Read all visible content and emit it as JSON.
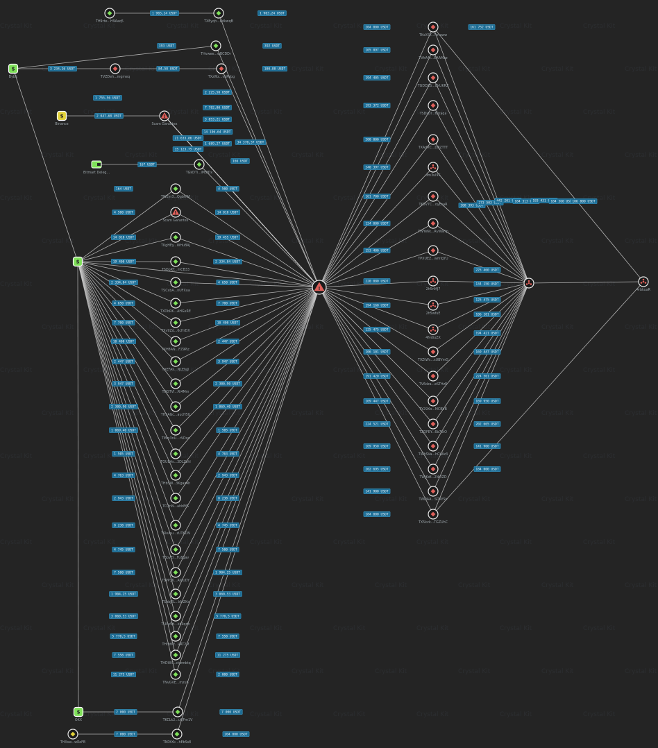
{
  "watermark": "Crystal Kit",
  "colors": {
    "background": "#242424",
    "edge": "#c9c9c9",
    "label_bg": "#1e6e96",
    "green": "#7fe05a",
    "yellow": "#e3d23a",
    "red": "#e0605a"
  },
  "nodes": [
    {
      "id": "n1",
      "type": "green-diamond",
      "caption": "TH9rte...H9Aaq5"
    },
    {
      "id": "n2",
      "type": "green-diamond",
      "caption": "TXEyqh...EdkwqB"
    },
    {
      "id": "n3",
      "type": "green-dollar",
      "caption": "Bybit"
    },
    {
      "id": "n4",
      "type": "red-diamond",
      "caption": "TVZDeh...mgmeq"
    },
    {
      "id": "n5",
      "type": "red-diamond",
      "caption": "TXzWz...vbRsbg"
    },
    {
      "id": "n6",
      "type": "green-diamond",
      "caption": "THvwee...wBCDDr"
    },
    {
      "id": "n7",
      "type": "yellow-dollar",
      "caption": "Binance"
    },
    {
      "id": "n8",
      "type": "red-warning",
      "caption": "Scam Garantex"
    },
    {
      "id": "n9",
      "type": "green-wallet",
      "caption": "Bitmart Deleg..."
    },
    {
      "id": "n10",
      "type": "green-diamond",
      "caption": "TGkDTi...iMSfDx"
    },
    {
      "id": "n11",
      "type": "green-dollar",
      "caption": ""
    },
    {
      "id": "n12",
      "type": "red-warning-hub",
      "caption": ""
    },
    {
      "id": "n13",
      "type": "red-diamond",
      "caption": "TKsXSY...Tcnaww"
    },
    {
      "id": "n14",
      "type": "red-diamond",
      "caption": "TVhA4t...EAAMaz"
    },
    {
      "id": "n15",
      "type": "red-diamond",
      "caption": "TGDDZS...UkUKRZ"
    },
    {
      "id": "n16",
      "type": "red-diamond",
      "caption": "TSDsDr...fDzaqa"
    },
    {
      "id": "n17",
      "type": "red-diamond",
      "caption": "TXAdVC...DBZTTT"
    },
    {
      "id": "n18",
      "type": "red-cluster",
      "caption": "dm3ul9S"
    },
    {
      "id": "n19",
      "type": "red-diamond",
      "caption": "TK5V7C...oyEsaR"
    },
    {
      "id": "n20",
      "type": "red-diamond",
      "caption": "TWYe6k...RvWaHp"
    },
    {
      "id": "n21",
      "type": "red-diamond",
      "caption": "TPXUEZ...wmfgYU"
    },
    {
      "id": "n22",
      "type": "red-cluster",
      "caption": "2h5nMJ7"
    },
    {
      "id": "n23",
      "type": "red-cluster",
      "caption": "2h5wfuE"
    },
    {
      "id": "n24",
      "type": "red-cluster",
      "caption": "4fvdiuZX"
    },
    {
      "id": "n25",
      "type": "red-diamond",
      "caption": "T9ZtWc...sUBVmG"
    },
    {
      "id": "n26",
      "type": "red-diamond",
      "caption": "TV6dza...eSTHzE"
    },
    {
      "id": "n27",
      "type": "red-diamond",
      "caption": "TY29Xo...MCBVB"
    },
    {
      "id": "n28",
      "type": "red-diamond",
      "caption": "TZQFEY...6b7ktO"
    },
    {
      "id": "n29",
      "type": "red-diamond",
      "caption": "TWhSVa...hCbAz3"
    },
    {
      "id": "n30",
      "type": "red-diamond",
      "caption": "TWjKdf...2Ni3ZD"
    },
    {
      "id": "n31",
      "type": "red-diamond",
      "caption": "TWDAA...SDAYSh"
    },
    {
      "id": "n32",
      "type": "red-diamond",
      "caption": "TX5kvk...TGZUhC"
    },
    {
      "id": "n33",
      "type": "red-cluster",
      "caption": ""
    },
    {
      "id": "n34",
      "type": "red-cluster",
      "caption": "4rbkuaR"
    },
    {
      "id": "g1",
      "type": "green-diamond",
      "caption": "TWEyr3...QgbhWJ"
    },
    {
      "id": "g2",
      "type": "red-warning",
      "caption": "Scam Garantex"
    },
    {
      "id": "g3",
      "type": "green-diamond",
      "caption": "TKgHEy...WHuBAj"
    },
    {
      "id": "g4",
      "type": "green-diamond",
      "caption": "TSDpRT...mCB33"
    },
    {
      "id": "g5",
      "type": "green-diamond",
      "caption": "TSCxbA...nUFXua"
    },
    {
      "id": "g6",
      "type": "green-diamond",
      "caption": "TXDbRK...AHGxRE"
    },
    {
      "id": "g7",
      "type": "green-diamond",
      "caption": "TXv9Zd...6cHrDX"
    },
    {
      "id": "g8",
      "type": "green-diamond",
      "caption": "TXH8AN...FZ9Pjc"
    },
    {
      "id": "g9",
      "type": "green-diamond",
      "caption": "TXEFAk...NLEhgl"
    },
    {
      "id": "g10",
      "type": "green-diamond",
      "caption": "TDGTVI...Ri4Mm"
    },
    {
      "id": "g11",
      "type": "green-diamond",
      "caption": "THSAGc...aucH5U"
    },
    {
      "id": "g12",
      "type": "green-diamond",
      "caption": "TMm3nU...rVDos"
    },
    {
      "id": "g13",
      "type": "green-diamond",
      "caption": "TGUBAs...3DLZzhl"
    },
    {
      "id": "g14",
      "type": "green-diamond",
      "caption": "THbSW...3Kgaz4h"
    },
    {
      "id": "g15",
      "type": "green-diamond",
      "caption": "TCQnN...ahbEfS"
    },
    {
      "id": "g16",
      "type": "green-diamond",
      "caption": "TSkuhu...zUTKDN"
    },
    {
      "id": "g17",
      "type": "green-diamond",
      "caption": "TBpyEl...Fu8gav"
    },
    {
      "id": "g18",
      "type": "green-diamond",
      "caption": "TSPP3K...AWUDY"
    },
    {
      "id": "g19",
      "type": "green-diamond",
      "caption": "TSbbjEL...kMZKs"
    },
    {
      "id": "g20",
      "type": "green-diamond",
      "caption": "TLKw9d...kh9qdn"
    },
    {
      "id": "g21",
      "type": "green-diamond",
      "caption": "THtbtRf...VRT2M"
    },
    {
      "id": "g22",
      "type": "green-diamond",
      "caption": "THDWV...ctwmbtq"
    },
    {
      "id": "g23",
      "type": "green-diamond",
      "caption": "TNvGVE...mzuh"
    },
    {
      "id": "b1",
      "type": "green-dollar",
      "caption": "OKX"
    },
    {
      "id": "b2",
      "type": "green-diamond",
      "caption": "TKCLk2...uQFm1V"
    },
    {
      "id": "b3",
      "type": "yellow-diamond",
      "caption": "THXsw...wReFB"
    },
    {
      "id": "b4",
      "type": "green-diamond",
      "caption": "TNDtXk...hEbSs8"
    }
  ],
  "amounts": [
    "1 965,24 USDT",
    "1 903,24 USDT",
    "393 USDT",
    "392 USDT",
    "3 234,16 USDT",
    "84,58 USDT",
    "100,88 USDT",
    "1 755,56 USDT",
    "2 047,68 USDT",
    "2 225,50 USDT",
    "7 782,80 USDT",
    "3 853,21 USDT",
    "14 106,64 USDT",
    "21 633,86 USDT",
    "1 689,27 USDT",
    "15 123,75 USDT",
    "34 370,37 USDT",
    "167 USDT",
    "166 USDT",
    "164 USDT",
    "4 500 USDT",
    "4 500 USDT",
    "14 018 USDT",
    "14 018 USDT",
    "19 455 USDT",
    "19 400 USDT",
    "2 334,84 USDT",
    "2 334,84 USDT",
    "4 650 USDT",
    "4 650 USDT",
    "7 700 USDT",
    "7 700 USDT",
    "10 400 USDT",
    "10 400 USDT",
    "2 447 USDT",
    "2 447 USDT",
    "3 947 USDT",
    "3 947 USDT",
    "2 300,90 USDT",
    "2 300,90 USDT",
    "1 069,40 USDT",
    "1 069,40 USDT",
    "1 505 USDT",
    "1 505 USDT",
    "4 763 USDT",
    "4 763 USDT",
    "2 943 USDT",
    "2 943 USDT",
    "8 238 USDT",
    "8 238 USDT",
    "4 745 USDT",
    "4 745 USDT",
    "7 500 USDT",
    "7 500 USDT",
    "1 904,25 USDT",
    "1 904,25 USDT",
    "3 060,53 USDT",
    "3 060,53 USDT",
    "5 770,5 USDT",
    "5 770,5 USDT",
    "7 558 USDT",
    "7 558 USDT",
    "11 275 USDT",
    "11 275 USDT",
    "2 000 USDT",
    "2 000 USDT",
    "7 000 USDT",
    "7 000 USDT",
    "204 000 USDT",
    "204 000 USDT",
    "105 897 USDT",
    "194 405 USDT",
    "193 372 USDT",
    "200 000 USDT",
    "240 397 USDT",
    "161 700 USDT",
    "124 000 USDT",
    "153 400 USDT",
    "220 080 USDT",
    "194 160 USDT",
    "125 475 USDT",
    "106 101 USDT",
    "191 420 USDT",
    "169 447 USDT",
    "224 521 USDT",
    "169 950 USDT",
    "202 695 USDT",
    "141 900 USDT",
    "184 000 USDT",
    "161 752 USDT",
    "208 393 USDT",
    "273 503 USDT",
    "442 201 USDT",
    "184 313 USDT",
    "183 431 USDT",
    "184 360 USDT",
    "106 800 USDT",
    "225 460 USDT",
    "134 150 USDT",
    "125 475 USDT",
    "106 101 USDT",
    "194 421 USDT",
    "169 447 USDT",
    "224 501 USDT",
    "169 950 USDT",
    "202 665 USDT",
    "141 900 USDT",
    "184 000 USDT"
  ]
}
